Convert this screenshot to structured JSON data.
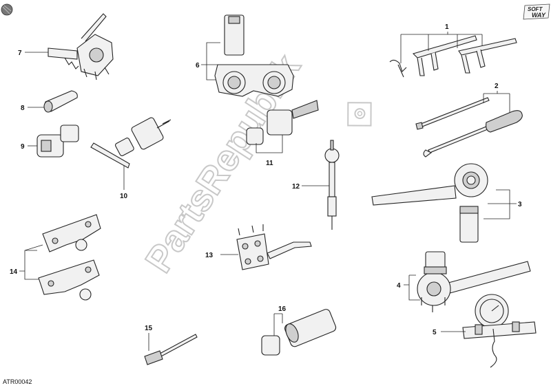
{
  "diagram_code": "ATR00042",
  "watermark": "PartsRepublik",
  "logo": {
    "line1": "SOFT",
    "line2": "WAY"
  },
  "callouts": [
    "1",
    "2",
    "3",
    "4",
    "5",
    "6",
    "7",
    "8",
    "9",
    "10",
    "11",
    "12",
    "13",
    "14",
    "15",
    "16"
  ],
  "colors": {
    "ink": "#222222",
    "watermark": "#c8c8c8",
    "fill_light": "#f1f1f1",
    "fill_dark": "#cfcfcf"
  },
  "icons": {
    "corner_badge": "globe-icon",
    "watermark_gear": "gear-icon"
  }
}
